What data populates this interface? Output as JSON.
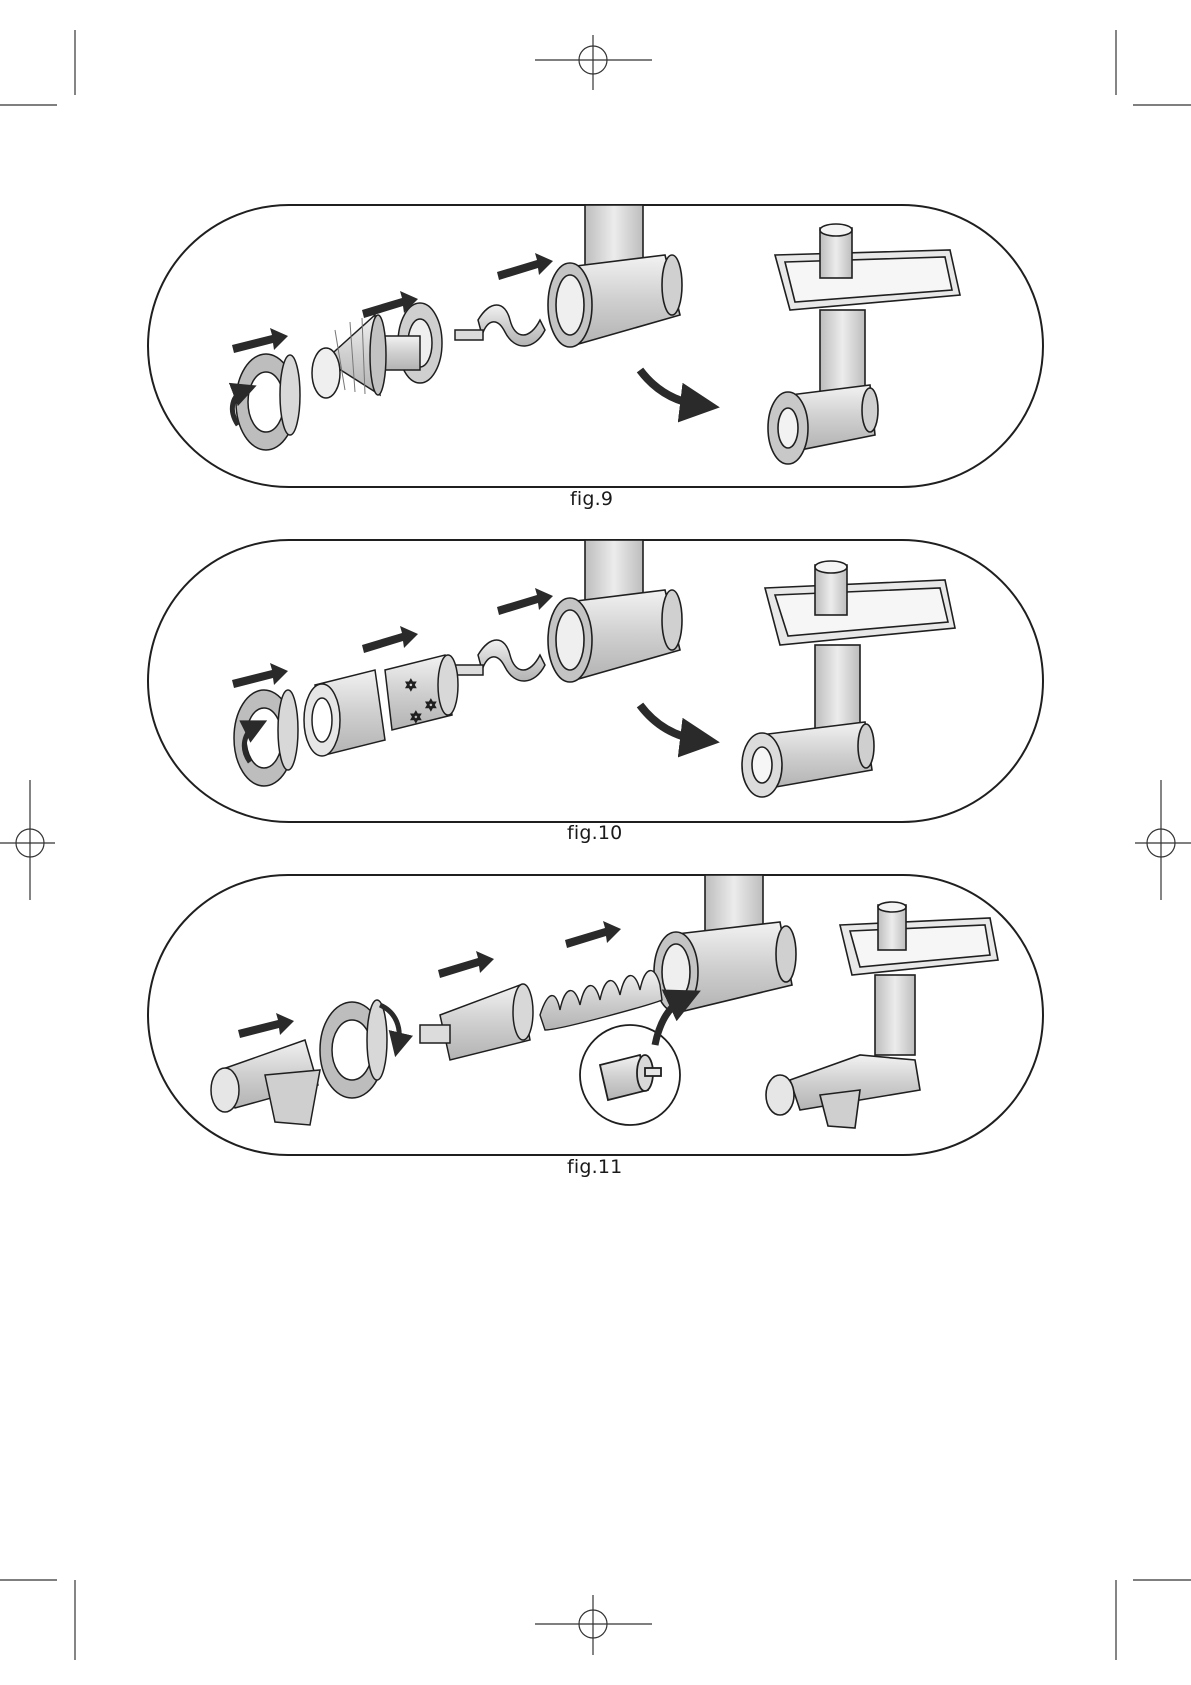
{
  "figures": {
    "fig9": {
      "caption": "fig.9"
    },
    "fig10": {
      "caption": "fig.10"
    },
    "fig11": {
      "caption": "fig.11"
    }
  },
  "colors": {
    "outline": "#1f1f1f",
    "arrow": "#2a2a2a",
    "part_fill": "#d6d6d6",
    "part_light": "#efefef",
    "part_dark": "#b0b0b0"
  },
  "icons": [
    "crop-mark-icon",
    "registration-target-icon",
    "push-arrow-icon",
    "rotate-arrow-icon",
    "curved-arrow-icon"
  ]
}
